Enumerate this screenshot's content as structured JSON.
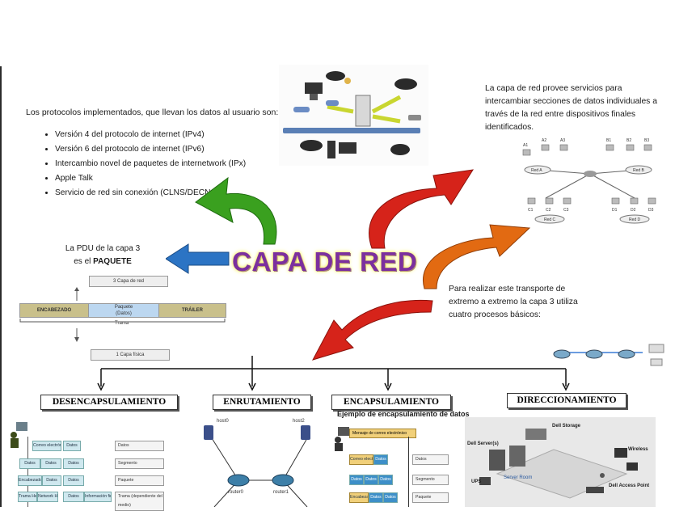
{
  "title": "CAPA DE RED",
  "protocols": {
    "intro": "Los protocolos implementados, que llevan los datos al usuario son:",
    "items": [
      "Versión 4 del protocolo de internet (IPv4)",
      "Versión 6 del protocolo de internet (IPv6)",
      "Intercambio novel de paquetes de internetwork (IPx)",
      "Apple Talk",
      "Servicio de red sin conexión (CLNS/DECNet)."
    ]
  },
  "right_text_1": "La capa de red provee servicios para intercambiar secciones de datos individuales a través de la red entre dispositivos finales identificados.",
  "pdu": {
    "line1": "La PDU de la capa 3",
    "line2": "es el",
    "bold": "PAQUETE"
  },
  "right_text_2": "Para realizar este transporte de extremo a extremo la capa 3 utiliza cuatro procesos básicos:",
  "pdu_diagram": {
    "layer3": "3 Capa de red",
    "header": "ENCABEZADO",
    "packet": "Paquete",
    "packet_sub": "(Datos)",
    "trailer": "TRÁILER",
    "frame": "Trama",
    "layer1": "1 Capa física"
  },
  "processes": [
    {
      "label": "DESENCAPSULAMIENTO"
    },
    {
      "label": "ENRUTAMIENTO"
    },
    {
      "label": "ENCAPSULAMIENTO"
    },
    {
      "label": "DIRECCIONAMIENTO"
    }
  ],
  "encap_example_title": "Ejemplo de encapsulamiento de datos",
  "desencap_table": {
    "rows": [
      {
        "cells": [
          "Correo electrónico",
          "Datos"
        ],
        "side": "Datos"
      },
      {
        "cells": [
          "Datos",
          "Datos",
          "Datos"
        ],
        "side": "Segmento"
      },
      {
        "cells": [
          "Encabezado de red",
          "Datos",
          "Datos"
        ],
        "side": "Paquete"
      },
      {
        "cells": [
          "Trama Header",
          "Network Header",
          "Datos",
          "Información final de trama"
        ],
        "side": "Trama (dependiente del medio)"
      }
    ]
  },
  "routing": {
    "host0": "host0",
    "host2": "host2",
    "router0": "router0",
    "router1": "router1"
  },
  "encap_table": {
    "rows": [
      {
        "cells": [
          "Correo electrónico",
          "Datos"
        ],
        "side": "Datos"
      },
      {
        "cells": [
          "Datos",
          "Datos",
          "Datos"
        ],
        "side": "Segmento"
      },
      {
        "cells": [
          "Encabezado de red",
          "Datos",
          "Datos"
        ],
        "side": "Paquete"
      }
    ],
    "message": "Mensaje de correo electrónico"
  },
  "addressing": {
    "dell_storage": "Dell Storage",
    "dell_server": "Dell Server(s)",
    "wireless": "Wireless",
    "ups": "UPS",
    "server_room": "Server Room",
    "access_point": "Dell Access Point"
  },
  "network_diagram": {
    "hosts_top": [
      "A1",
      "A2",
      "A3",
      "B1",
      "B2",
      "B3"
    ],
    "hosts_bottom": [
      "C1",
      "C2",
      "C3",
      "D1",
      "D2",
      "D3"
    ],
    "red_a": "Red A",
    "red_b": "Red B",
    "red_c": "Red C",
    "red_d": "Red D"
  },
  "colors": {
    "title": "#7b2f9e",
    "green_arrow": "#3aa01f",
    "red_arrow": "#d6231a",
    "orange_arrow": "#e26a12",
    "blue_arrow": "#2c74c4",
    "packet_blue": "#bcd7f0",
    "header_khaki": "#c9c08b"
  }
}
